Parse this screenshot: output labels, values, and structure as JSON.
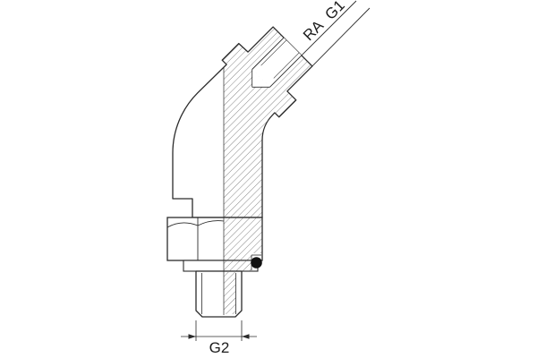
{
  "drawing": {
    "labels": {
      "g1": "G1",
      "ra": "RA",
      "g2": "G2"
    }
  },
  "colors": {
    "line": "#2b2b2b",
    "hatch": "#474747",
    "oring": "#101010",
    "background": "#ffffff"
  }
}
